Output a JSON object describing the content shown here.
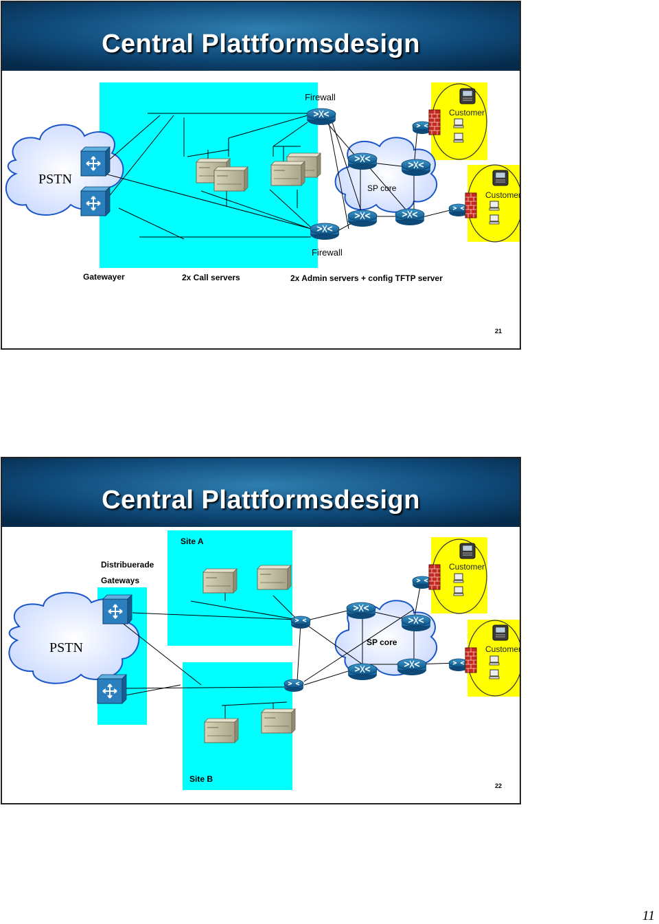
{
  "slides": [
    {
      "title": "Central Plattformsdesign",
      "labels": {
        "firewall_top": "Firewall",
        "firewall_bottom": "Firewall",
        "pstn": "PSTN",
        "sp_core": "SP core",
        "customer1": "Customer",
        "customer2": "Customer",
        "gatewayer": "Gatewayer",
        "call_servers": "2x Call servers",
        "admin_servers": "2x Admin servers + config TFTP server"
      },
      "page_number": "21"
    },
    {
      "title": "Central Plattformsdesign",
      "labels": {
        "site_a": "Site A",
        "site_b": "Site B",
        "dist_gateways_1": "Distribuerade",
        "dist_gateways_2": "Gateways",
        "pstn": "PSTN",
        "sp_core": "SP core",
        "customer1": "Customer",
        "customer2": "Customer"
      },
      "page_number": "22"
    }
  ],
  "document_page_number": "11",
  "colors": {
    "cyan_zone": "#00ffff",
    "customer_zone": "#ffff00",
    "router_blue": "#1f6fa8",
    "title_blue": "#0a3d6e"
  }
}
